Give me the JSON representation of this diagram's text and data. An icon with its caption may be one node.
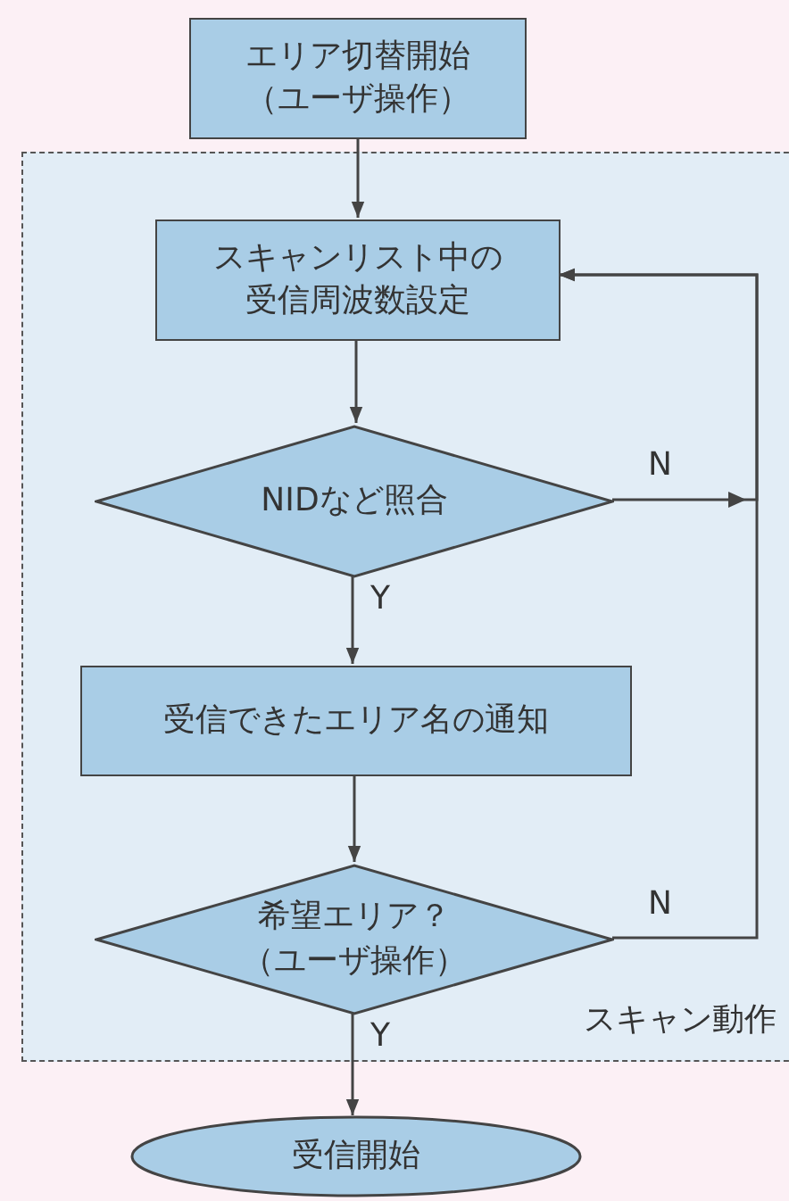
{
  "diagram": {
    "nodes": [
      {
        "text": [
          "エリア切替開始（ユーザ操作）"
        ]
      },
      {
        "text": [
          "スキャン動作"
        ]
      },
      {
        "text": [
          "スキャンリスト中の受信周波数設定"
        ],
        "in": 1
      },
      {
        "text": [
          "NIDなど照合"
        ],
        "in": 1
      },
      {
        "text": [
          "受信できたエリア名の通知"
        ],
        "in": 1
      },
      {
        "text": [
          "希望エリア？（ユーザ操作）"
        ],
        "in": 1
      },
      {
        "text": [
          "受信開始"
        ]
      }
    ],
    "edges": [
      {
        "from": 0,
        "to": 2,
        "arrow": "to"
      },
      {
        "from": 2,
        "to": 3,
        "arrow": "to"
      },
      {
        "from": 3,
        "to": 2,
        "arrow": "to",
        "label": "N"
      },
      {
        "from": 3,
        "to": 4,
        "arrow": "to",
        "label": "Y"
      },
      {
        "from": 4,
        "to": 5,
        "arrow": "to"
      },
      {
        "from": 5,
        "to": 2,
        "arrow": "to",
        "label": "N"
      },
      {
        "from": 5,
        "to": 6,
        "arrow": "to",
        "label": "Y"
      }
    ]
  }
}
